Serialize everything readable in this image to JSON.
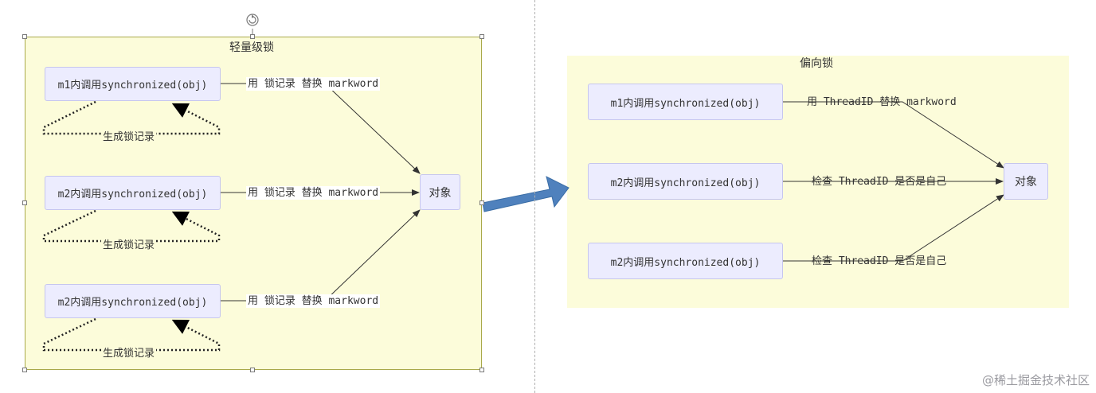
{
  "left": {
    "title": "轻量级锁",
    "nodes": [
      "m1内调用synchronized(obj)",
      "m2内调用synchronized(obj)",
      "m2内调用synchronized(obj)"
    ],
    "edge_labels": [
      "用 锁记录 替换 markword",
      "用 锁记录 替换 markword",
      "用 锁记录 替换 markword"
    ],
    "loop_labels": [
      "生成锁记录",
      "生成锁记录",
      "生成锁记录"
    ],
    "target": "对象"
  },
  "right": {
    "title": "偏向锁",
    "nodes": [
      "m1内调用synchronized(obj)",
      "m2内调用synchronized(obj)",
      "m2内调用synchronized(obj)"
    ],
    "edge_labels": [
      "用 ThreadID 替换 markword",
      "检查 ThreadID 是否是自己",
      "检查 ThreadID 是否是自己"
    ],
    "target": "对象"
  },
  "colors": {
    "panel_fill": "#fcfcda",
    "node_fill": "#ececfe",
    "node_border": "#c6c6ee",
    "arrow_blue": "#4f81bd"
  },
  "watermark": "@稀土掘金技术社区"
}
